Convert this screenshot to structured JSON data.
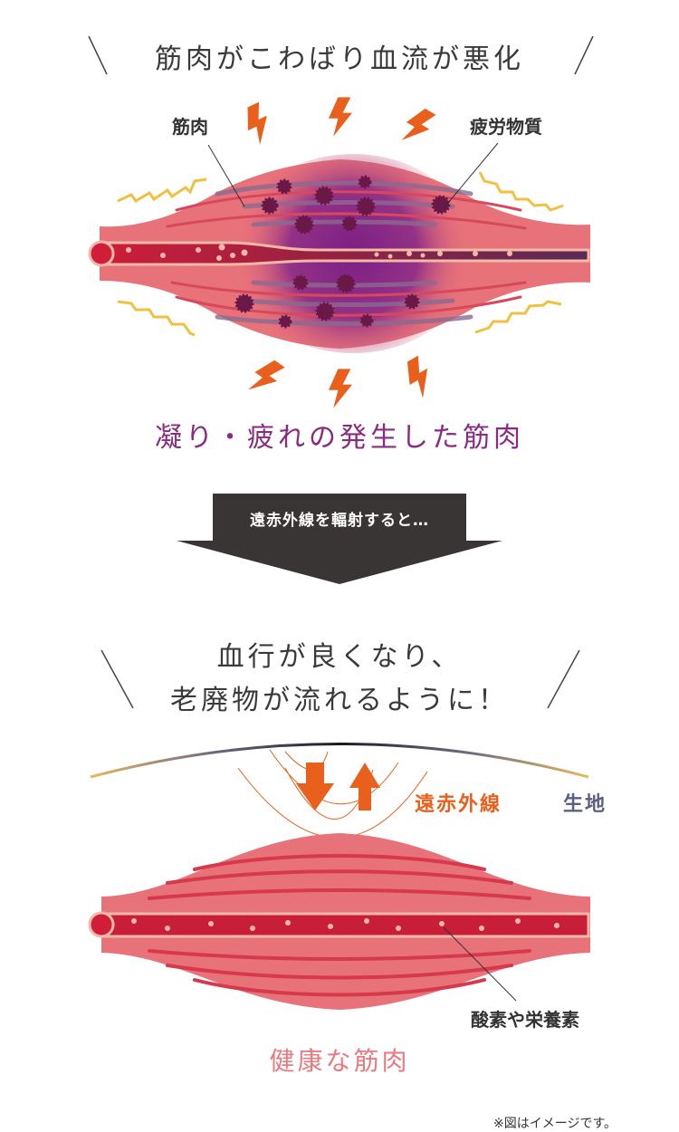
{
  "before": {
    "title": "筋肉がこわばり血流が悪化",
    "label_muscle": "筋肉",
    "label_fatigue": "疲労物質",
    "caption": "凝り・疲れの発生した筋肉"
  },
  "banner": {
    "text": "遠赤外線を輻射すると…"
  },
  "after": {
    "title_line1": "血行が良くなり、",
    "title_line2": "老廃物が流れるように！",
    "label_far_infrared": "遠赤外線",
    "label_fabric": "生地",
    "label_nutrients": "酸素や栄養素",
    "caption": "健康な筋肉"
  },
  "note": "※図はイメージです。",
  "colors": {
    "muscle": "#e8727a",
    "fatigue_purple": "#8a2a82",
    "bolt_orange": "#e8601c",
    "banner": "#3a3535",
    "fabric_label": "#5a6080",
    "healthy_caption": "#e87a80"
  }
}
